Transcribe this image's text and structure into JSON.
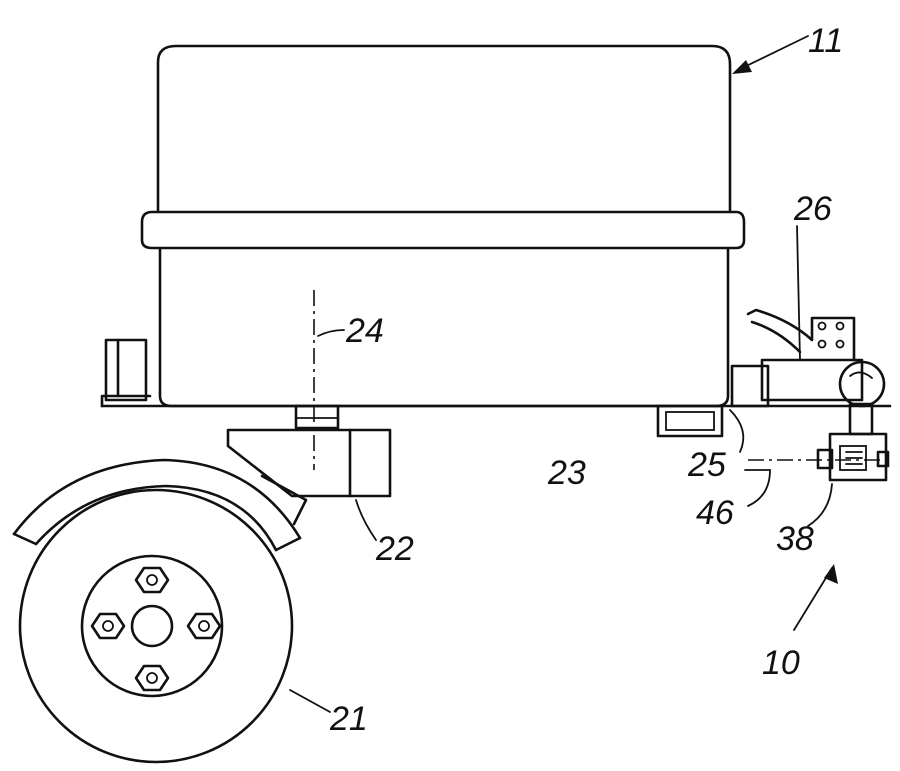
{
  "figure": {
    "labels": {
      "trailer_assembly": "10",
      "body": "11",
      "wheel": "21",
      "axle_mount": "22",
      "base": "23",
      "pivot_axis": "24",
      "front_block": "25",
      "hitch": "26",
      "coupler": "38",
      "coupler_axis": "46"
    }
  }
}
